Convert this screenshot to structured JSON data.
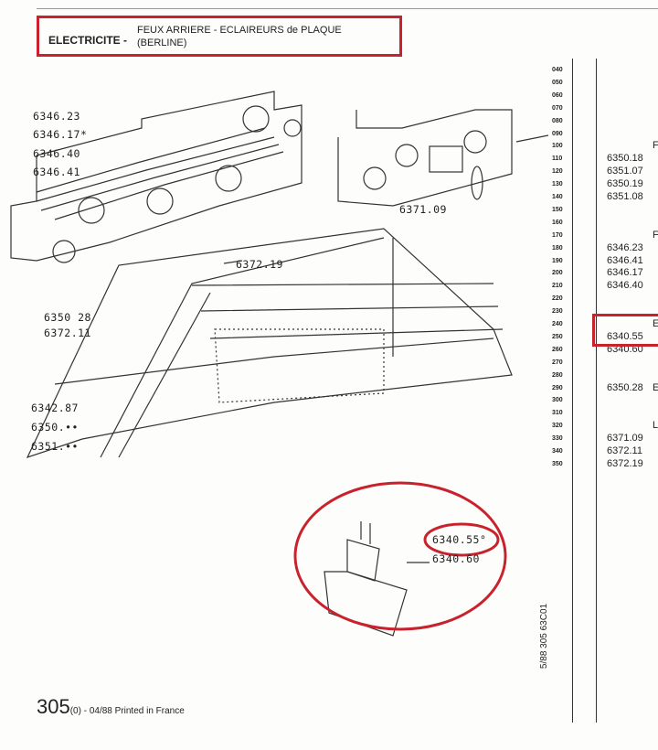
{
  "header": {
    "section": "ELECTRICITE -",
    "title_line1": "FEUX ARRIERE - ECLAIREURS de PLAQUE",
    "title_line2": "(BERLINE)"
  },
  "callouts": {
    "c1": "6346.23",
    "c2": "6346.17*",
    "c3": "6346.40",
    "c4": "6346.41",
    "c5": "6371.09",
    "c6": "6372.19",
    "c7": "6350 28",
    "c8": "6372.11",
    "c9": "6342.87",
    "c10": "6350.••",
    "c11": "6351.••",
    "c12": "6340.55°",
    "c13": "6340.60"
  },
  "index": {
    "rows": [
      "040",
      "050",
      "060",
      "070",
      "080",
      "090",
      "100",
      "110",
      "120",
      "130",
      "140",
      "150",
      "160",
      "170",
      "180",
      "190",
      "200",
      "210",
      "220",
      "230",
      "240",
      "250",
      "260",
      "270",
      "280",
      "290",
      "300",
      "310",
      "320",
      "330",
      "340",
      "350"
    ],
    "parts": [
      {
        "row": 7,
        "pn": "6350.18"
      },
      {
        "row": 8,
        "pn": "6351.07"
      },
      {
        "row": 9,
        "pn": "6350.19"
      },
      {
        "row": 10,
        "pn": "6351.08"
      },
      {
        "row": 14,
        "pn": "6346.23"
      },
      {
        "row": 15,
        "pn": "6346.41"
      },
      {
        "row": 16,
        "pn": "6346.17"
      },
      {
        "row": 17,
        "pn": "6346.40"
      },
      {
        "row": 21,
        "pn": "6340.55"
      },
      {
        "row": 22,
        "pn": "6340.60"
      },
      {
        "row": 25,
        "pn": "6350.28"
      },
      {
        "row": 29,
        "pn": "6371.09"
      },
      {
        "row": 30,
        "pn": "6372.11"
      },
      {
        "row": 31,
        "pn": "6372.19"
      }
    ],
    "sections": [
      {
        "row": 6,
        "t": "F"
      },
      {
        "row": 13,
        "t": "F"
      },
      {
        "row": 20,
        "t": "E"
      },
      {
        "row": 25,
        "t": "E"
      },
      {
        "row": 28,
        "t": "L"
      }
    ]
  },
  "reference": "5/88 305 63C01",
  "footer": {
    "page": "305",
    "suffix": "(0) - 04/88 Printed in France"
  },
  "colors": {
    "highlight": "#c8232c"
  }
}
